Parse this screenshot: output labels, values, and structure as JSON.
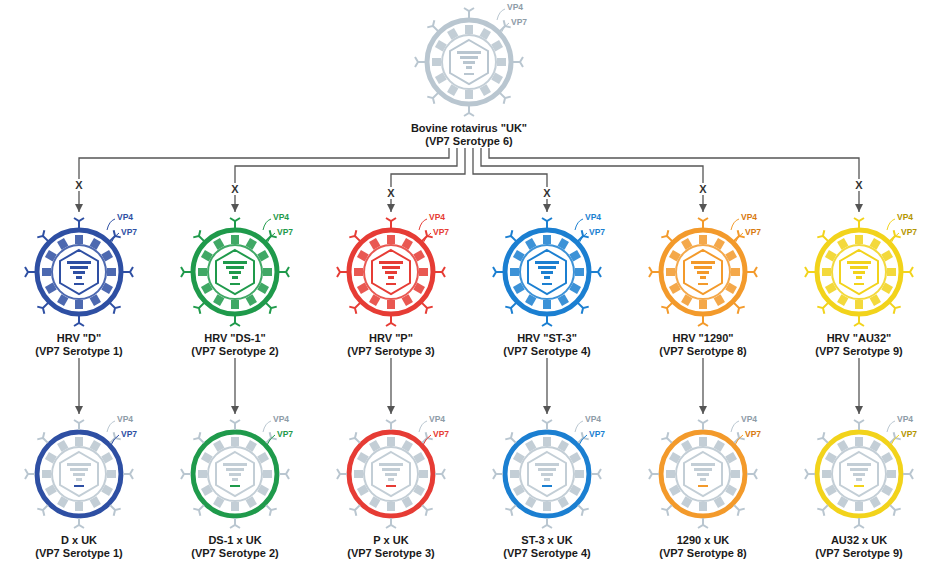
{
  "diagram": {
    "nodes": [
      {
        "text": [
          "Bovine rotavirus \"UK\"",
          "(VP7 Serotype 6)"
        ]
      },
      {
        "text": [
          "HRV \"D\"",
          "(VP7 Serotype 1)"
        ]
      },
      {
        "text": [
          "HRV \"DS-1\"",
          "(VP7 Serotype 2)"
        ]
      },
      {
        "text": [
          "HRV \"P\"",
          "(VP7 Serotype 3)"
        ]
      },
      {
        "text": [
          "HRV \"ST-3\"",
          "(VP7 Serotype 4)"
        ]
      },
      {
        "text": [
          "HRV \"1290\"",
          "(VP7 Serotype 8)"
        ]
      },
      {
        "text": [
          "HRV \"AU32\"",
          "(VP7 Serotype 9)"
        ]
      },
      {
        "text": [
          "D x UK",
          "(VP7 Serotype 1)"
        ]
      },
      {
        "text": [
          "DS-1 x UK",
          "(VP7 Serotype 2)"
        ]
      },
      {
        "text": [
          "P x UK",
          "(VP7 Serotype 3)"
        ]
      },
      {
        "text": [
          "ST-3 x UK",
          "(VP7 Serotype 4)"
        ]
      },
      {
        "text": [
          "1290 x UK",
          "(VP7 Serotype 8)"
        ]
      },
      {
        "text": [
          "AU32 x UK",
          "(VP7 Serotype 9)"
        ]
      }
    ],
    "edges": [
      {
        "from": 0,
        "to": 1,
        "label": "X",
        "arrow": "to"
      },
      {
        "from": 0,
        "to": 2,
        "label": "X",
        "arrow": "to"
      },
      {
        "from": 0,
        "to": 3,
        "label": "X",
        "arrow": "to"
      },
      {
        "from": 0,
        "to": 4,
        "label": "X",
        "arrow": "to"
      },
      {
        "from": 0,
        "to": 5,
        "label": "X",
        "arrow": "to"
      },
      {
        "from": 0,
        "to": 6,
        "label": "X",
        "arrow": "to"
      },
      {
        "from": 1,
        "to": 7,
        "arrow": "to"
      },
      {
        "from": 2,
        "to": 8,
        "arrow": "to"
      },
      {
        "from": 3,
        "to": 9,
        "arrow": "to"
      },
      {
        "from": 4,
        "to": 10,
        "arrow": "to"
      },
      {
        "from": 5,
        "to": 11,
        "arrow": "to"
      },
      {
        "from": 6,
        "to": 12,
        "arrow": "to"
      }
    ],
    "labels": [
      "VP4",
      "VP7",
      "VP4",
      "VP7",
      "VP4",
      "VP7",
      "VP4",
      "VP7",
      "VP4",
      "VP7",
      "VP4",
      "VP7",
      "VP4",
      "VP7",
      "VP4",
      "VP7",
      "VP4",
      "VP7",
      "VP4",
      "VP7",
      "VP4",
      "VP7",
      "VP4",
      "VP7",
      "VP4",
      "VP7"
    ]
  }
}
